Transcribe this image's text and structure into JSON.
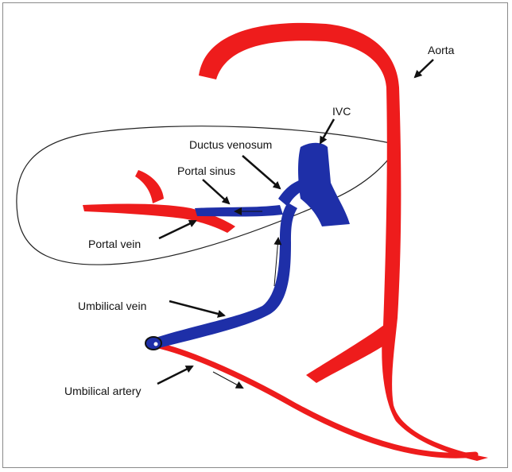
{
  "labels": {
    "aorta": "Aorta",
    "ivc": "IVC",
    "ductus_venosum": "Ductus venosum",
    "portal_sinus": "Portal sinus",
    "portal_vein": "Portal vein",
    "umbilical_vein": "Umbilical vein",
    "umbilical_artery": "Umbilical artery"
  },
  "colors": {
    "artery": "#ee1c1c",
    "vein": "#1e2fa8",
    "outline": "#222222"
  }
}
